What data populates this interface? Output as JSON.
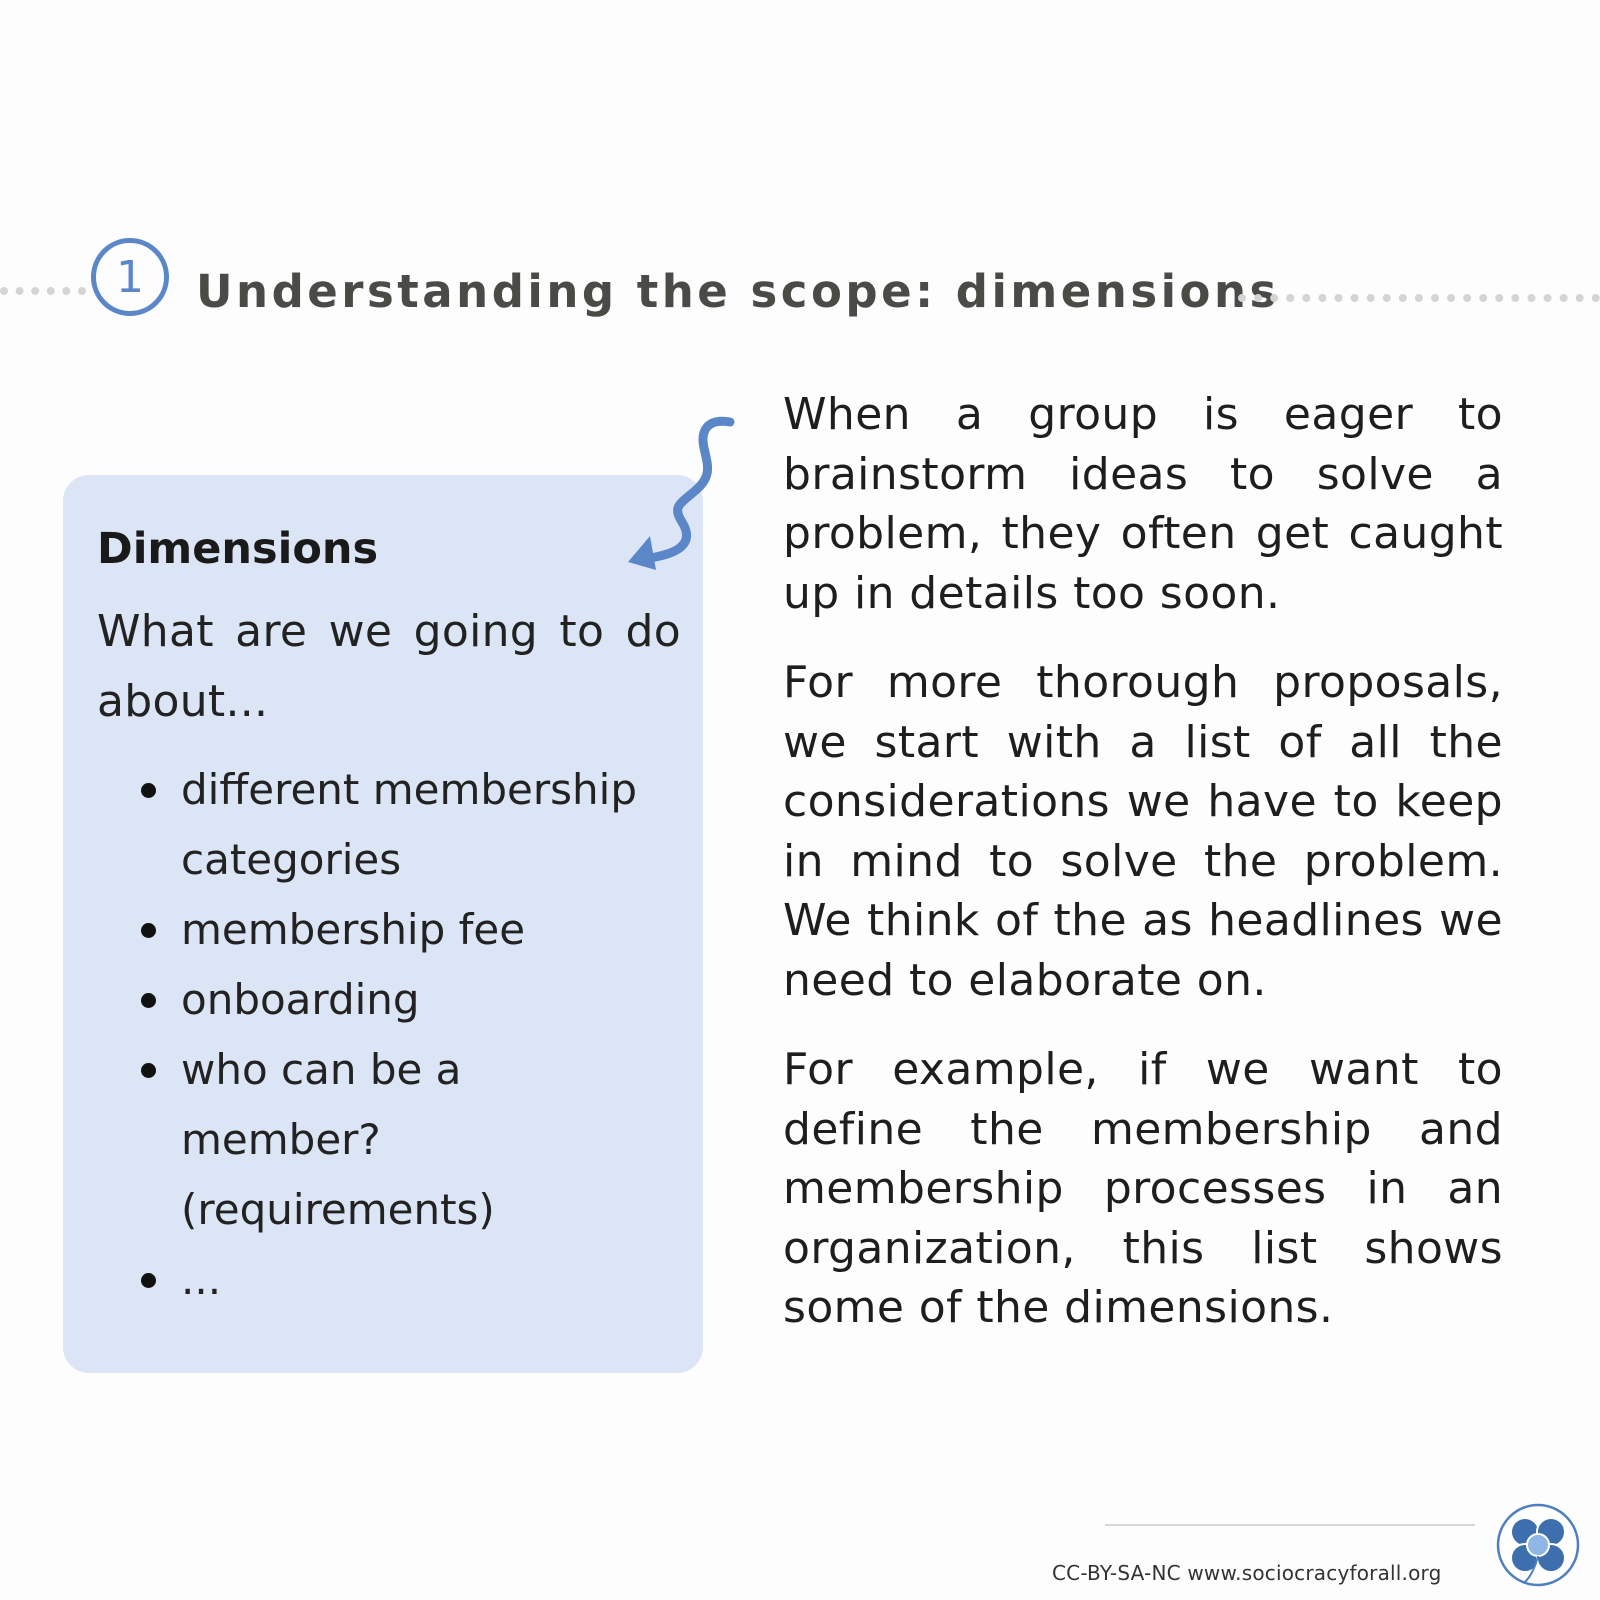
{
  "header": {
    "step_number": "1",
    "title": "Understanding the scope: dimensions"
  },
  "card": {
    "title": "Dimensions",
    "question": "What are we going to do about...",
    "items": [
      "different membership categories",
      "membership fee",
      "onboarding",
      "who can be a member? (requirements)",
      "..."
    ]
  },
  "body": {
    "paragraphs": [
      "When a group is eager to brainstorm ideas to solve a problem, they often get caught up in details too soon.",
      "For more thorough proposals, we start with a list of all the considerations we have to keep in mind to solve the problem. We think of the as headlines we need to elaborate on.",
      "For example, if we want to define the membership and membership processes in an organization, this list shows some of the dimensions."
    ]
  },
  "footer": {
    "credit": "CC-BY-SA-NC www.sociocracyforall.org"
  },
  "colors": {
    "accent": "#5b87c8",
    "card_background": "#dbe5f5",
    "title_text": "#4a4a47"
  },
  "icons": {
    "arrow": "squiggle-arrow-icon",
    "logo": "sociocracy-for-all-logo"
  }
}
